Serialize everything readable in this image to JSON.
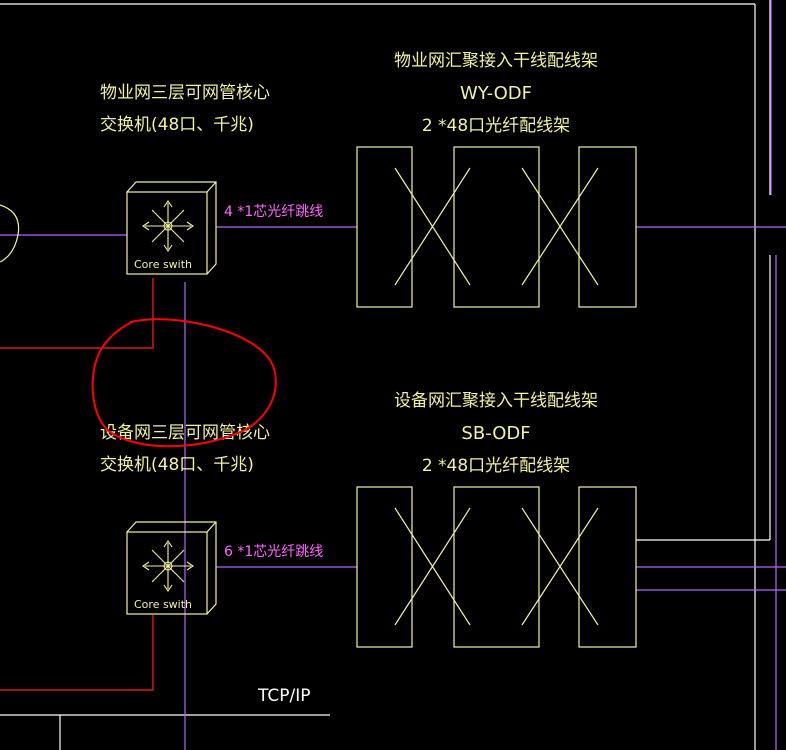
{
  "wy_switch": {
    "title_line1": "物业网三层可网管核心",
    "title_line2": "交换机(48口、千兆)",
    "device_label": "Core swith",
    "link_label": "4 *1芯光纤跳线"
  },
  "sb_switch": {
    "title_line1": "设备网三层可网管核心",
    "title_line2": "交换机(48口、千兆)",
    "device_label": "Core swith",
    "link_label": "6 *1芯光纤跳线"
  },
  "wy_odf": {
    "title_line1": "物业网汇聚接入干线配线架",
    "title_line2": "WY-ODF",
    "title_line3": "2 *48口光纤配线架"
  },
  "sb_odf": {
    "title_line1": "设备网汇聚接入干线配线架",
    "title_line2": "SB-ODF",
    "title_line3": "2 *48口光纤配线架"
  },
  "protocol_label": "TCP/IP",
  "colors": {
    "background": "#000000",
    "device_lines": "#f2f2a0",
    "fiber_lines": "#b366ff",
    "link_text": "#ff66ff",
    "red_lines": "#ff2020",
    "frame": "#ffffff",
    "annotation_circle": "#ff0000"
  }
}
